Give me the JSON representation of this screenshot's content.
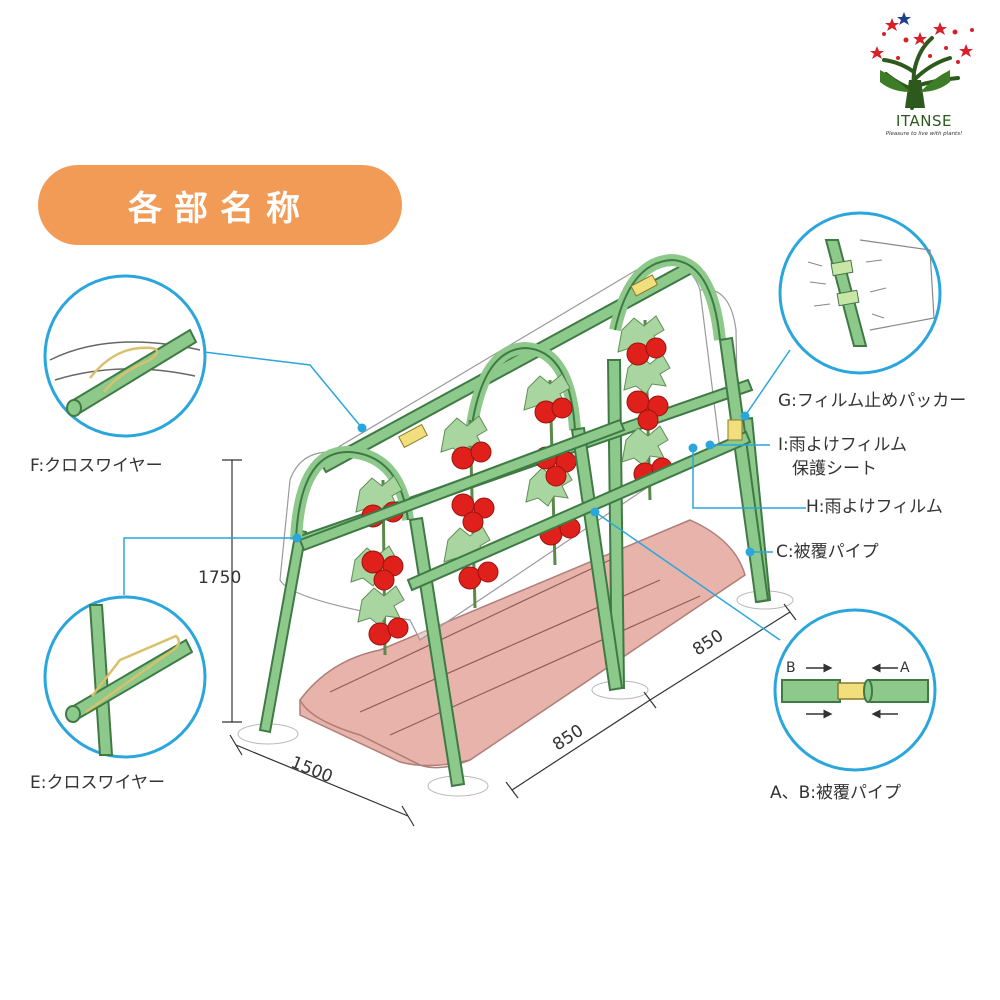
{
  "logo": {
    "name": "ITANSE",
    "tagline": "Pleasure to live with plants!"
  },
  "title": "各部名称",
  "labels": {
    "F": "F:クロスワイヤー",
    "E": "E:クロスワイヤー",
    "G": "G:フィルム止めパッカー",
    "I_line1": "I:雨よけフィルム",
    "I_line2": "保護シート",
    "H": "H:雨よけフィルム",
    "C": "C:被覆パイプ",
    "AB": "A、B:被覆パイプ",
    "detail_B": "B",
    "detail_A": "A"
  },
  "dimensions": {
    "height": "1750",
    "width": "1500",
    "span_front": "850",
    "span_back": "850"
  },
  "colors": {
    "title_pill": "#f29b57",
    "pipe": "#8cc98a",
    "pipe_edge": "#3f7a45",
    "soil": "#e7b3ab",
    "callout": "#2aa6dd",
    "tomato": "#e0201b",
    "leaf": "#a9d5a0"
  }
}
